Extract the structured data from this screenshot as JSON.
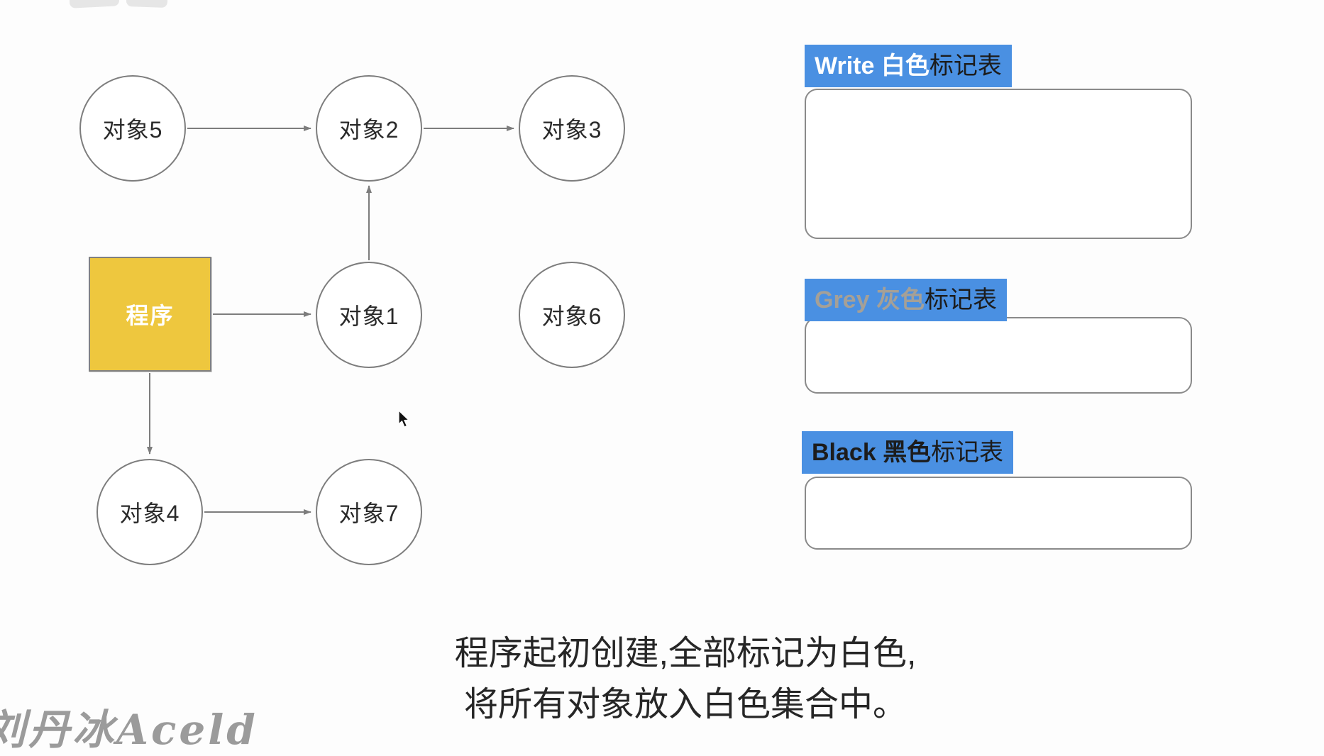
{
  "colors": {
    "accent_blue": "#4a90e2",
    "program_yellow": "#eec73e",
    "line_grey": "#7d7d7d",
    "grey_label_text": "#a5a097",
    "watermark_grey": "#9b9b9b"
  },
  "diagram": {
    "program": {
      "label": "程序"
    },
    "nodes": [
      {
        "id": "obj5",
        "label": "对象5"
      },
      {
        "id": "obj2",
        "label": "对象2"
      },
      {
        "id": "obj3",
        "label": "对象3"
      },
      {
        "id": "obj1",
        "label": "对象1"
      },
      {
        "id": "obj6",
        "label": "对象6"
      },
      {
        "id": "obj4",
        "label": "对象4"
      },
      {
        "id": "obj7",
        "label": "对象7"
      }
    ],
    "edges": [
      {
        "from": "对象5",
        "to": "对象2"
      },
      {
        "from": "对象2",
        "to": "对象3"
      },
      {
        "from": "对象1",
        "to": "对象2"
      },
      {
        "from": "程序",
        "to": "对象1"
      },
      {
        "from": "程序",
        "to": "对象4"
      },
      {
        "from": "对象4",
        "to": "对象7"
      }
    ]
  },
  "panels": {
    "white": {
      "en": "Write",
      "color_word": "白色",
      "suffix": "标记表"
    },
    "grey": {
      "en": "Grey",
      "color_word": "灰色",
      "suffix": "标记表"
    },
    "black": {
      "en": "Black",
      "color_word": "黑色",
      "suffix": "标记表"
    }
  },
  "caption": {
    "line1": "程序起初创建,全部标记为白色,",
    "line2": "将所有对象放入白色集合中。"
  },
  "watermark": {
    "text": "刘丹冰Aceld"
  }
}
